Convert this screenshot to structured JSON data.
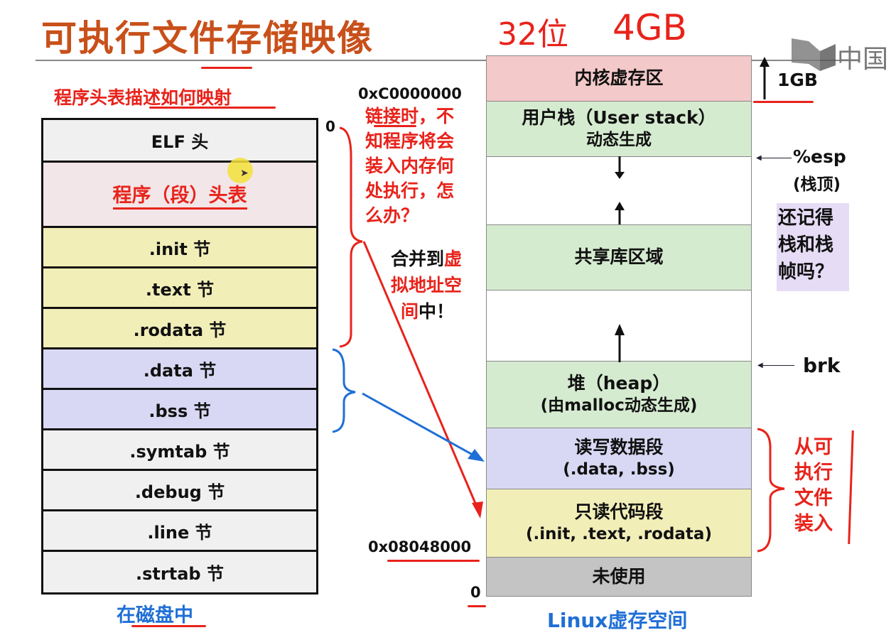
{
  "title": "可执行文件存储映像",
  "annotations": {
    "bits": "32位",
    "memory": "4GB",
    "program_header_note": "程序头表描述如何映射",
    "link_question": [
      "链接时，不",
      "知程序将会",
      "装入内存何",
      "处执行，怎",
      "么办？"
    ],
    "merge_note_black_1": "合并到",
    "merge_note_red_1": "虚",
    "merge_note_red_2": "拟地址空",
    "merge_note_red_3": "间",
    "merge_note_black_2": "中！",
    "stack_question": [
      "还记得",
      "栈和栈",
      "帧吗？"
    ],
    "load_note": [
      "从可",
      "执行",
      "文件",
      "装入"
    ]
  },
  "watermark": {
    "text": "中国"
  },
  "elf_file": {
    "caption": "在磁盘中",
    "offset_start": "0",
    "sections": [
      {
        "label": "ELF 头",
        "color": "#f0f0f0"
      },
      {
        "label": "程序（段）头表",
        "color": "#f2e6e8",
        "highlight": true
      },
      {
        "label": ".init 节",
        "color": "#f2eeb8"
      },
      {
        "label": ".text 节",
        "color": "#f2eeb8"
      },
      {
        "label": ".rodata 节",
        "color": "#f2eeb8"
      },
      {
        "label": ".data 节",
        "color": "#d8d8f4"
      },
      {
        "label": ".bss 节",
        "color": "#d8d8f4"
      },
      {
        "label": ".symtab 节",
        "color": "#f0f0f0"
      },
      {
        "label": ".debug 节",
        "color": "#f0f0f0"
      },
      {
        "label": ".line 节",
        "color": "#f0f0f0"
      },
      {
        "label": ".strtab 节",
        "color": "#f0f0f0"
      }
    ]
  },
  "virtual_memory": {
    "caption": "Linux虚存空间",
    "addr_kernel": "0xC0000000",
    "addr_text": "0x08048000",
    "addr_zero": "0",
    "kernel_size": "1GB",
    "esp_label": "%esp",
    "esp_sub": "(栈顶)",
    "brk_label": "brk",
    "regions": [
      {
        "line1": "内核虚存区",
        "line2": "",
        "color": "#f4c9c9"
      },
      {
        "line1": "用户栈（User stack）",
        "line2": "动态生成",
        "color": "#d5ebd0"
      },
      {
        "line1": "",
        "line2": "",
        "color": "#ffffff"
      },
      {
        "line1": "共享库区域",
        "line2": "",
        "color": "#d5ebd0"
      },
      {
        "line1": "",
        "line2": "",
        "color": "#ffffff"
      },
      {
        "line1": "堆（heap）",
        "line2": "(由malloc动态生成)",
        "color": "#d5ebd0"
      },
      {
        "line1": "读写数据段",
        "line2": "(.data, .bss)",
        "color": "#d8d8f4"
      },
      {
        "line1": "只读代码段",
        "line2": "(.init, .text, .rodata)",
        "color": "#f2eeb8"
      },
      {
        "line1": "未使用",
        "line2": "",
        "color": "#c4c4c4"
      }
    ]
  }
}
